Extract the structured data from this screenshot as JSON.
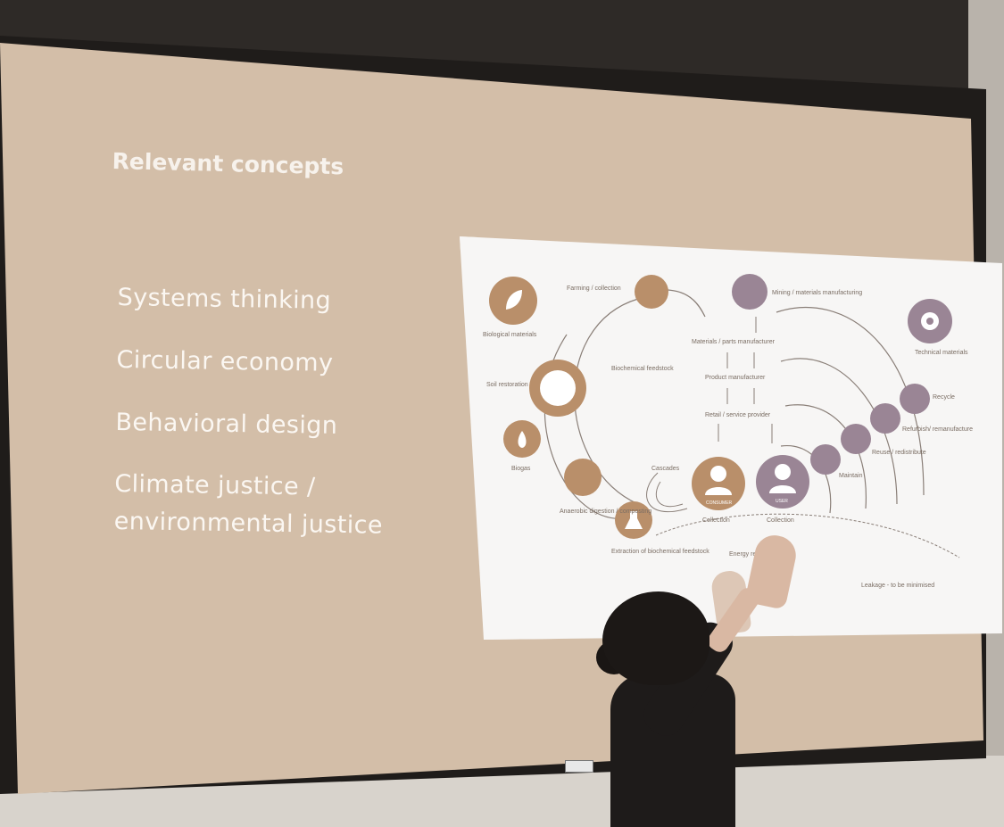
{
  "slide": {
    "title": "Relevant concepts",
    "concepts": [
      {
        "lines": [
          "Systems thinking"
        ]
      },
      {
        "lines": [
          "Circular economy"
        ]
      },
      {
        "lines": [
          "Behavioral design"
        ]
      },
      {
        "lines": [
          "Climate justice /",
          "environmental justice"
        ]
      }
    ]
  },
  "diagram": {
    "labels": {
      "biological_materials": "Biological materials",
      "farming": "Farming / collection",
      "mining": "Mining / materials manufacturing",
      "technical_materials": "Technical materials",
      "materials_parts": "Materials / parts manufacturer",
      "product_manufacturer": "Product manufacturer",
      "retail": "Retail / service provider",
      "biochemical_feedstock": "Biochemical feedstock",
      "soil_restoration": "Soil restoration",
      "biogas": "Biogas",
      "cascades": "Cascades",
      "anaerobic": "Anaerobic digestion / composting",
      "extraction": "Extraction of biochemical feedstock",
      "collection_left": "Collection",
      "collection_right": "Collection",
      "consumer": "CONSUMER",
      "user": "USER",
      "recycle": "Recycle",
      "refurbish": "Refurbish/ remanufacture",
      "reuse": "Reuse / redistribute",
      "maintain": "Maintain",
      "energy": "Energy recovery",
      "leakage": "Leakage - to be minimised"
    },
    "colors": {
      "bio": "#b98f6a",
      "tech": "#9a8595",
      "arrow": "#8a7f78"
    }
  }
}
